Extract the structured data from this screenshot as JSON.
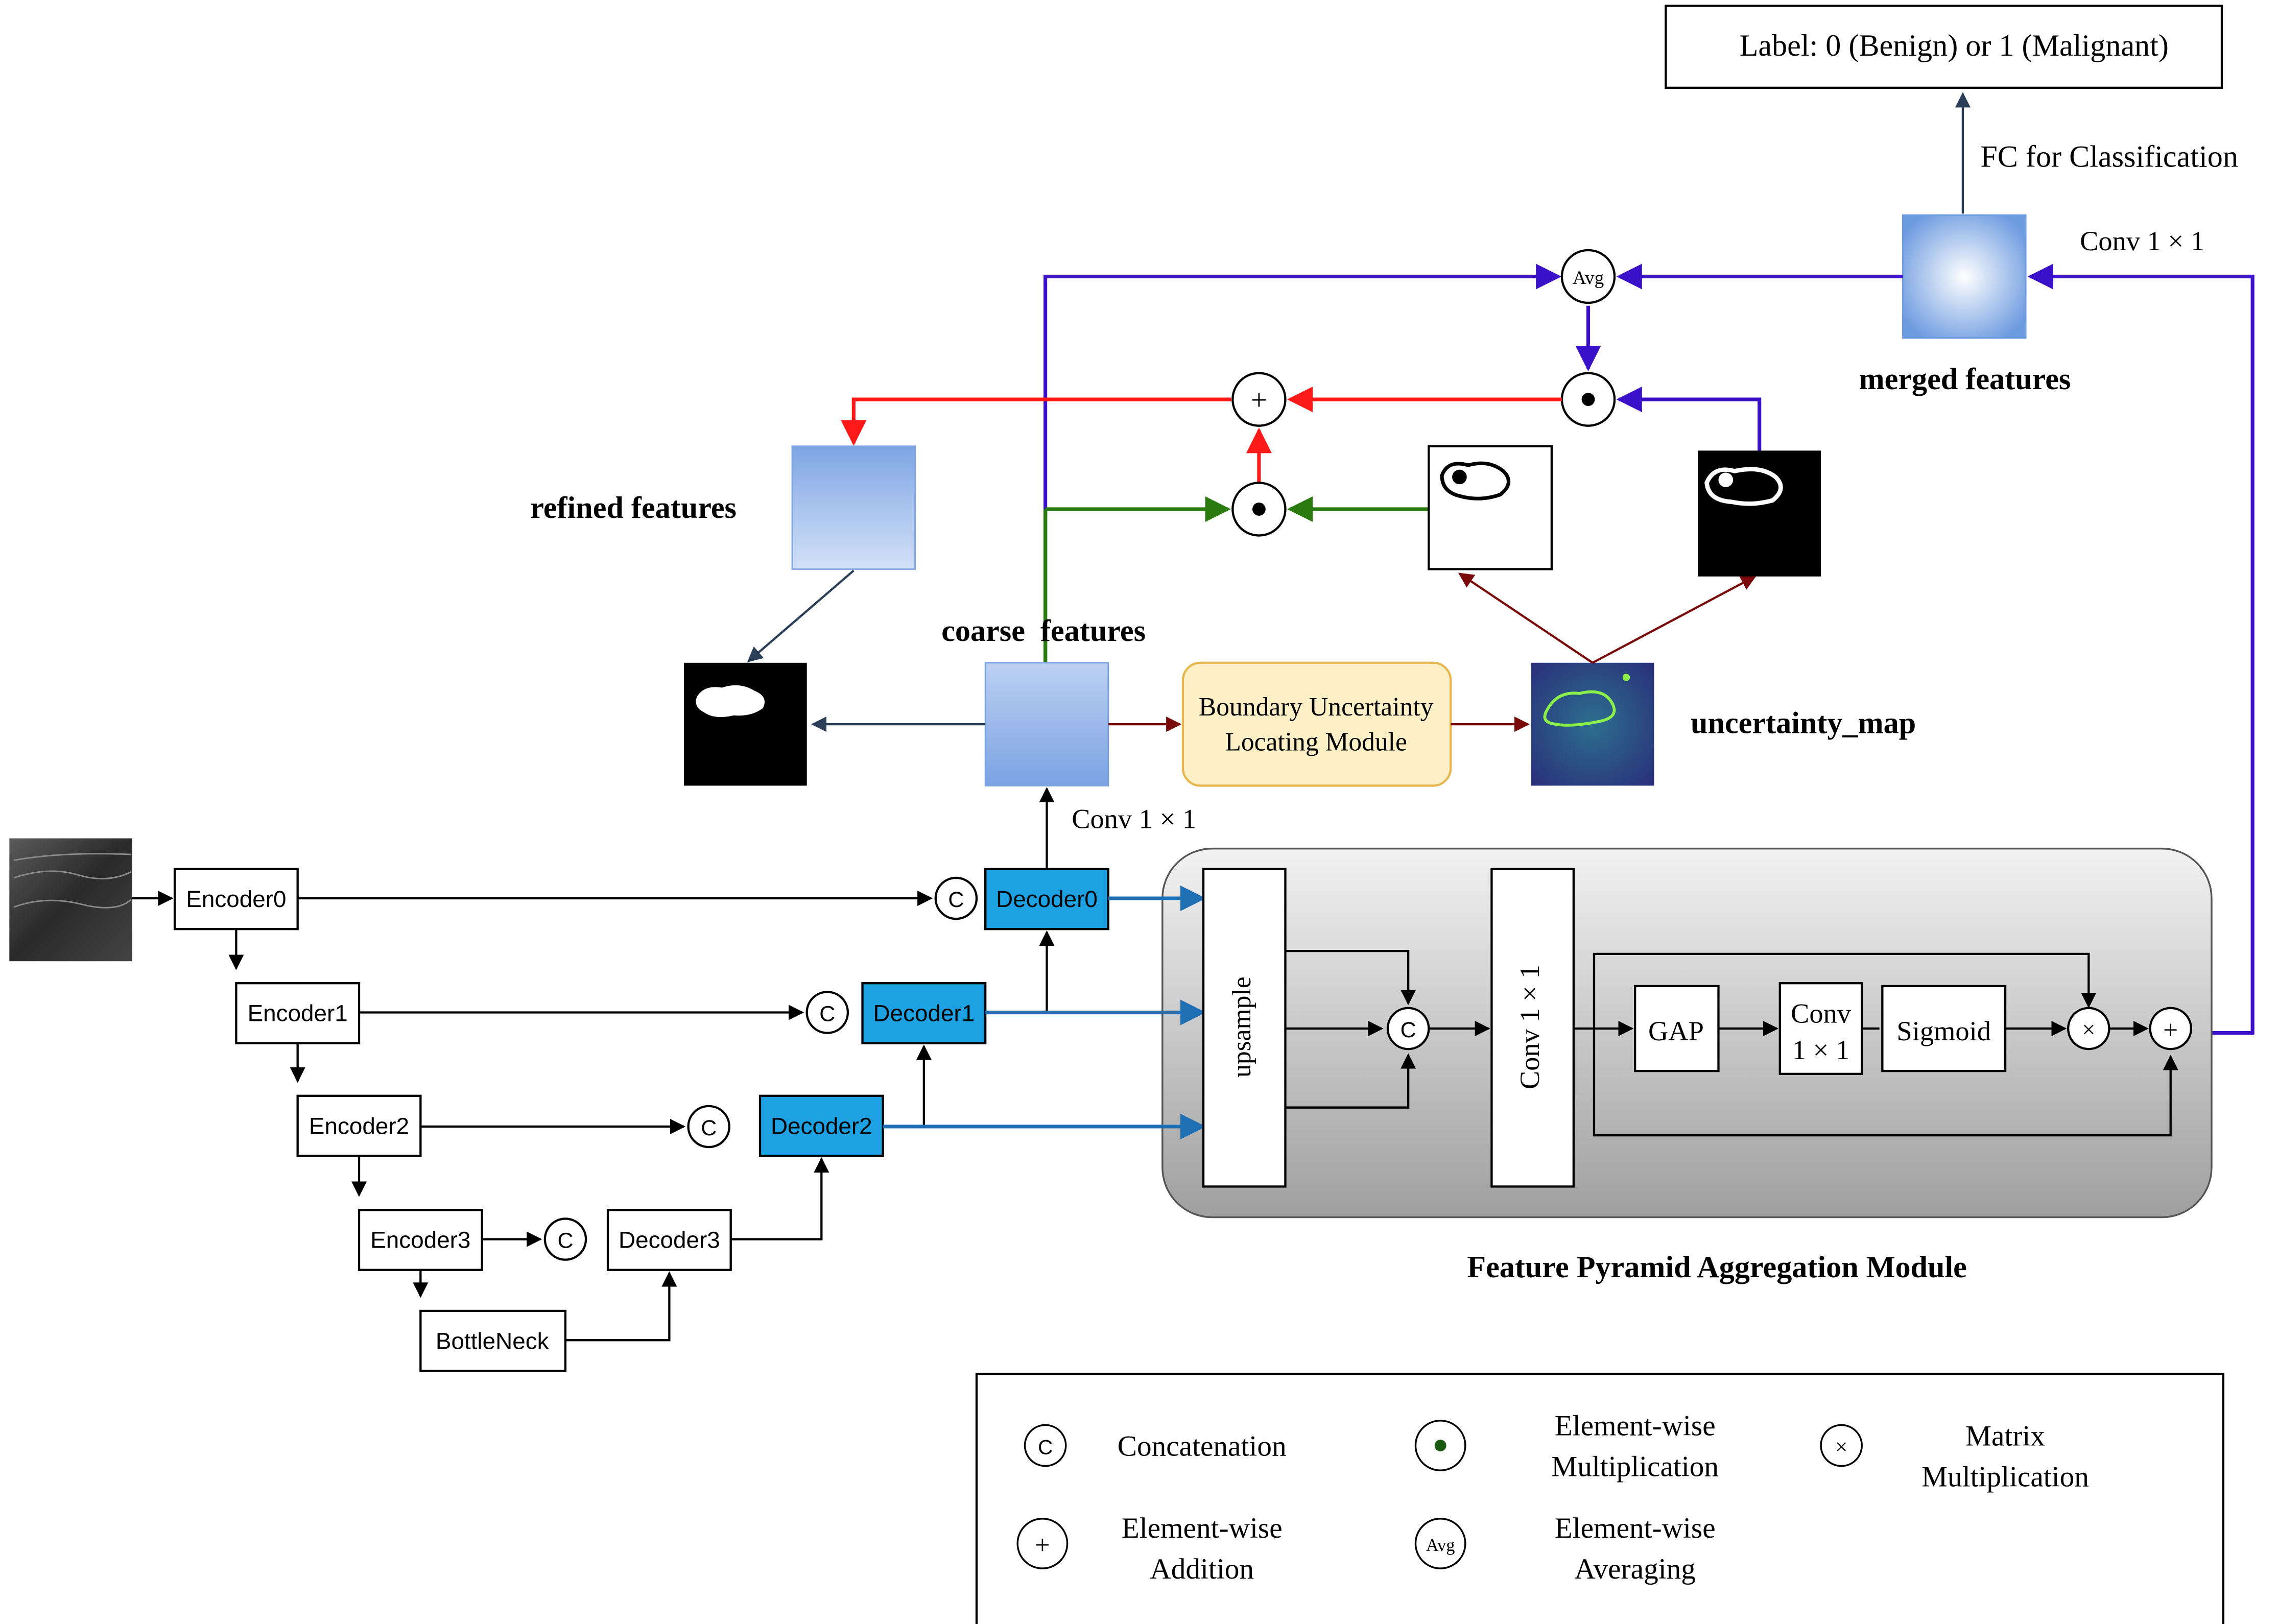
{
  "output_label": "Label: 0 (Benign) or 1 (Malignant)",
  "fc_label": "FC for Classification",
  "conv_top_label": "Conv 1 × 1",
  "merged_label": "merged features",
  "refined_label": "refined features",
  "coarse_label": "coarse  features",
  "uncertainty_label": "uncertainty_map",
  "conv_coarse_label": "Conv 1 × 1",
  "bulm_line1": "Boundary Uncertainty",
  "bulm_line2": "Locating Module",
  "encoders": [
    "Encoder0",
    "Encoder1",
    "Encoder2",
    "Encoder3"
  ],
  "bottleneck": "BottleNeck",
  "decoders": [
    "Decoder0",
    "Decoder1",
    "Decoder2",
    "Decoder3"
  ],
  "fpam": {
    "title": "Feature Pyramid Aggregation Module",
    "upsample": "upsample",
    "conv": "Conv 1 × 1",
    "gap": "GAP",
    "conv_small_line1": "Conv",
    "conv_small_line2": "1 × 1",
    "sigmoid": "Sigmoid"
  },
  "ops": {
    "concat": "C",
    "add": "+",
    "mult": "×",
    "avg": "Avg"
  },
  "legend": {
    "concat": "Concatenation",
    "ew_mult_1": "Element-wise",
    "ew_mult_2": "Multiplication",
    "matrix_1": "Matrix",
    "matrix_2": "Multiplication",
    "ew_add_1": "Element-wise",
    "ew_add_2": "Addition",
    "ew_avg_1": "Element-wise",
    "ew_avg_2": "Averaging"
  },
  "colors": {
    "blue_arrow": "#1f6fb5",
    "purple_arrow": "#3a10c8",
    "red_arrow": "#ff1a1a",
    "green_arrow": "#2a7a10",
    "dark_red_arrow": "#7a0a0a",
    "navy_arrow": "#2b3e58",
    "decoder_fill": "#1da1e2",
    "bulm_fill": "#fdf0c6",
    "bulm_stroke": "#e8b64e"
  }
}
